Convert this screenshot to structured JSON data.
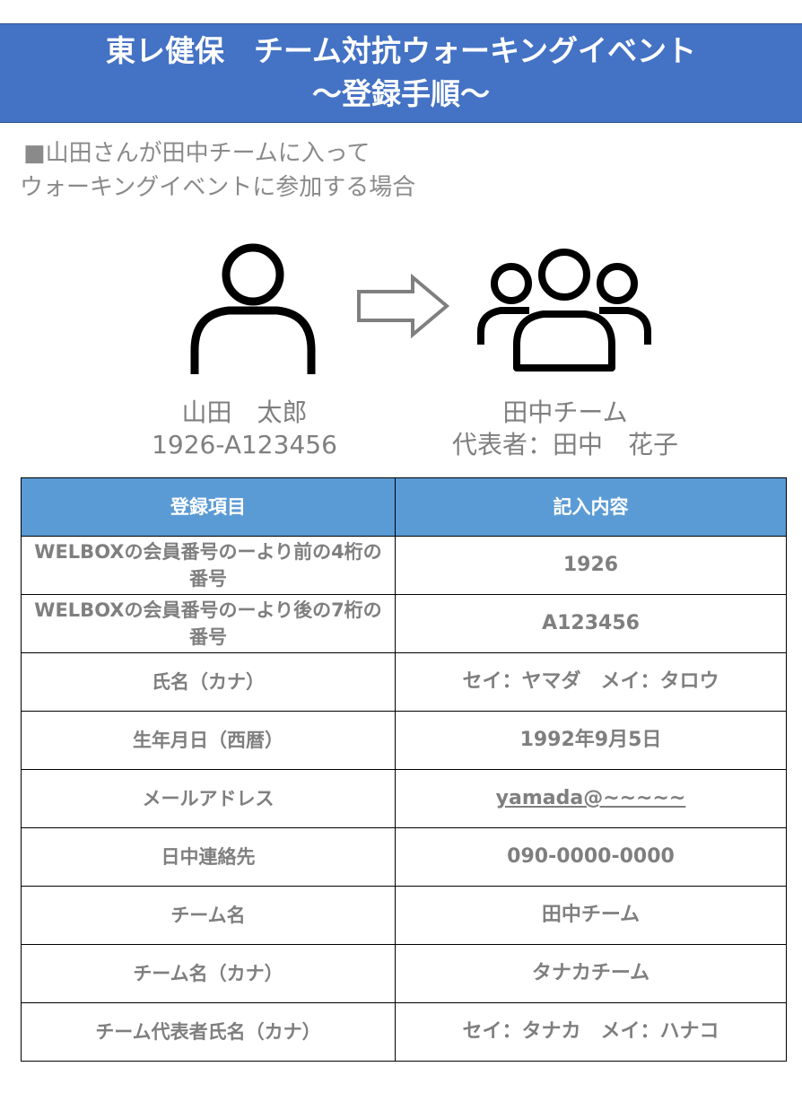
{
  "header": {
    "line1": "東レ健保　チーム対抗ウォーキングイベント",
    "line2": "～登録手順～"
  },
  "intro": {
    "line1": "■山田さんが田中チームに入って",
    "line2": "ウォーキングイベントに参加する場合"
  },
  "person": {
    "name": "山田　太郎",
    "id": "1926-A123456"
  },
  "team": {
    "name": "田中チーム",
    "leader": "代表者：田中　花子"
  },
  "table": {
    "headers": [
      "登録項目",
      "記入内容"
    ],
    "rows": [
      {
        "item": "WELBOXの会員番号のーより前の4桁の番号",
        "value": "1926"
      },
      {
        "item": "WELBOXの会員番号のーより後の7桁の番号",
        "value": "A123456"
      },
      {
        "item": "氏名（カナ）",
        "value": "セイ：ヤマダ　メイ：タロウ"
      },
      {
        "item": "生年月日（西暦）",
        "value": "1992年9月5日"
      },
      {
        "item": "メールアドレス",
        "value": "yamada@~~~~~"
      },
      {
        "item": "日中連絡先",
        "value": "090-0000-0000"
      },
      {
        "item": "チーム名",
        "value": "田中チーム"
      },
      {
        "item": "チーム名（カナ）",
        "value": "タナカチーム"
      },
      {
        "item": "チーム代表者氏名（カナ）",
        "value": "セイ：タナカ　メイ：ハナコ"
      }
    ]
  },
  "colors": {
    "banner": "#4472c4",
    "table_header": "#5b9bd5",
    "text_gray": "#7f7f7f"
  },
  "icons": [
    "person-icon",
    "arrow-right-icon",
    "group-icon"
  ]
}
